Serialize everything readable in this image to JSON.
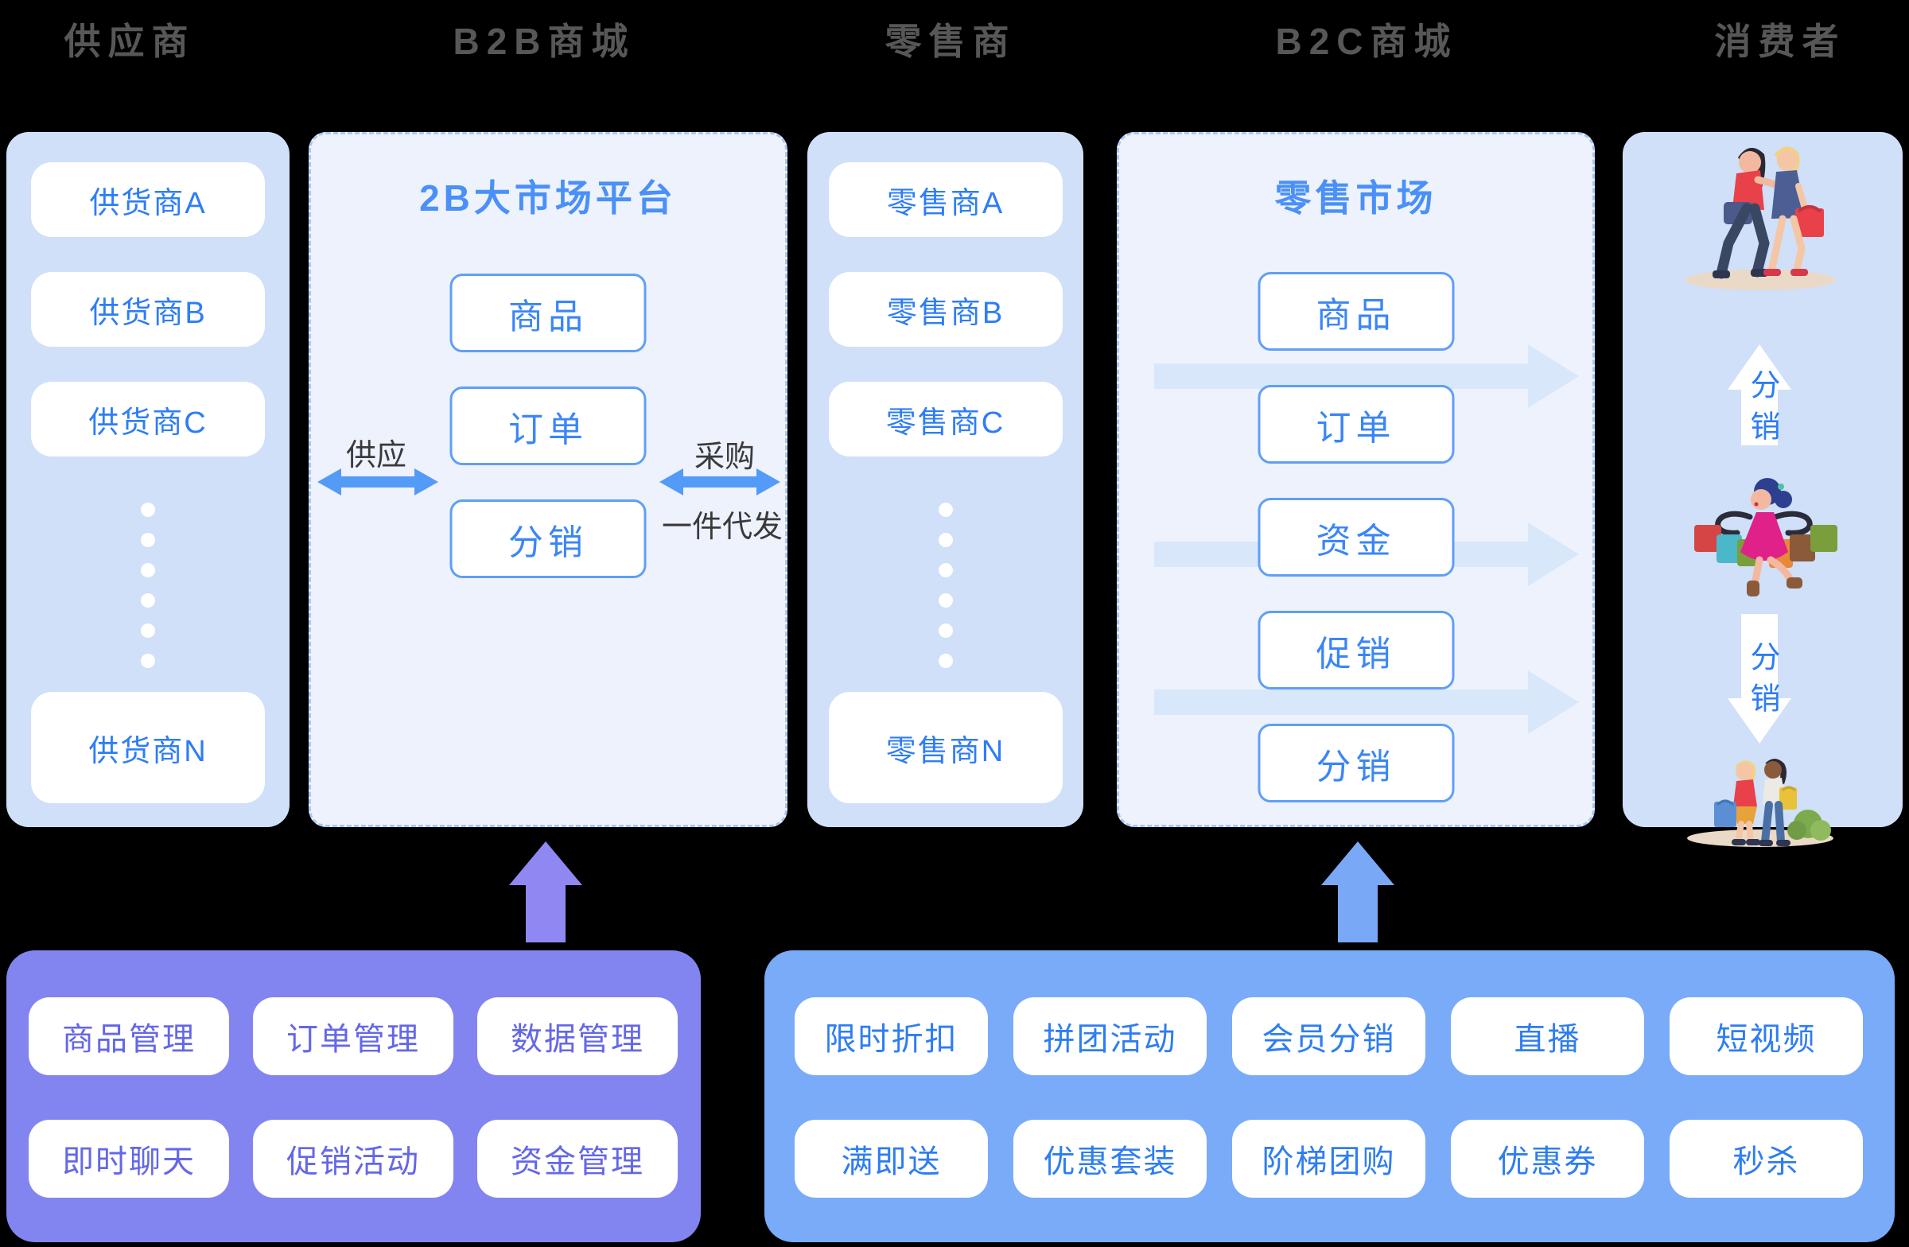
{
  "headers": {
    "supplier": "供应商",
    "b2b": "B2B商城",
    "retailer": "零售商",
    "b2c": "B2C商城",
    "consumer": "消费者"
  },
  "supplier_panel": {
    "items": [
      "供货商A",
      "供货商B",
      "供货商C"
    ],
    "last_item": "供货商N"
  },
  "b2b_panel": {
    "title": "2B大市场平台",
    "boxes": [
      "商品",
      "订单",
      "分销"
    ],
    "left_arrow_label": "供应",
    "right_arrow_label": "采购",
    "right_arrow_sublabel": "一件代发"
  },
  "retailer_panel": {
    "items": [
      "零售商A",
      "零售商B",
      "零售商C"
    ],
    "last_item": "零售商N"
  },
  "b2c_panel": {
    "title": "零售市场",
    "boxes": [
      "商品",
      "订单",
      "资金",
      "促销",
      "分销"
    ]
  },
  "consumer_panel": {
    "up_arrow_label": "分销",
    "down_arrow_label": "分销",
    "illustrations": [
      "two-women-walking-shopping",
      "woman-carrying-many-bags",
      "two-women-with-shopping-bags"
    ]
  },
  "b2b_admin_panel": {
    "buttons": [
      "商品管理",
      "订单管理",
      "数据管理",
      "即时聊天",
      "促销活动",
      "资金管理"
    ]
  },
  "b2c_marketing_panel": {
    "buttons": [
      "限时折扣",
      "拼团活动",
      "会员分销",
      "直播",
      "短视频",
      "满即送",
      "优惠套装",
      "阶梯团购",
      "优惠券",
      "秒杀"
    ]
  },
  "colors": {
    "background": "#000000",
    "header_text": "#575757",
    "panel_light_bg": "#cfe0f8",
    "panel_dashed_bg": "#edf2fd",
    "dashed_border": "#a9c7f1",
    "box_border": "#5f9ff7",
    "accent_blue_text": "#2e7df5",
    "title_blue": "#4a90f7",
    "double_arrow": "#549af7",
    "light_flow_arrow": "#d9e7fb",
    "purple_panel": "#8285f0",
    "purple_text": "#6467e8",
    "blue_panel": "#7aabf8",
    "purple_up_arrow": "#8f88f2",
    "blue_up_arrow": "#79a9f6"
  }
}
